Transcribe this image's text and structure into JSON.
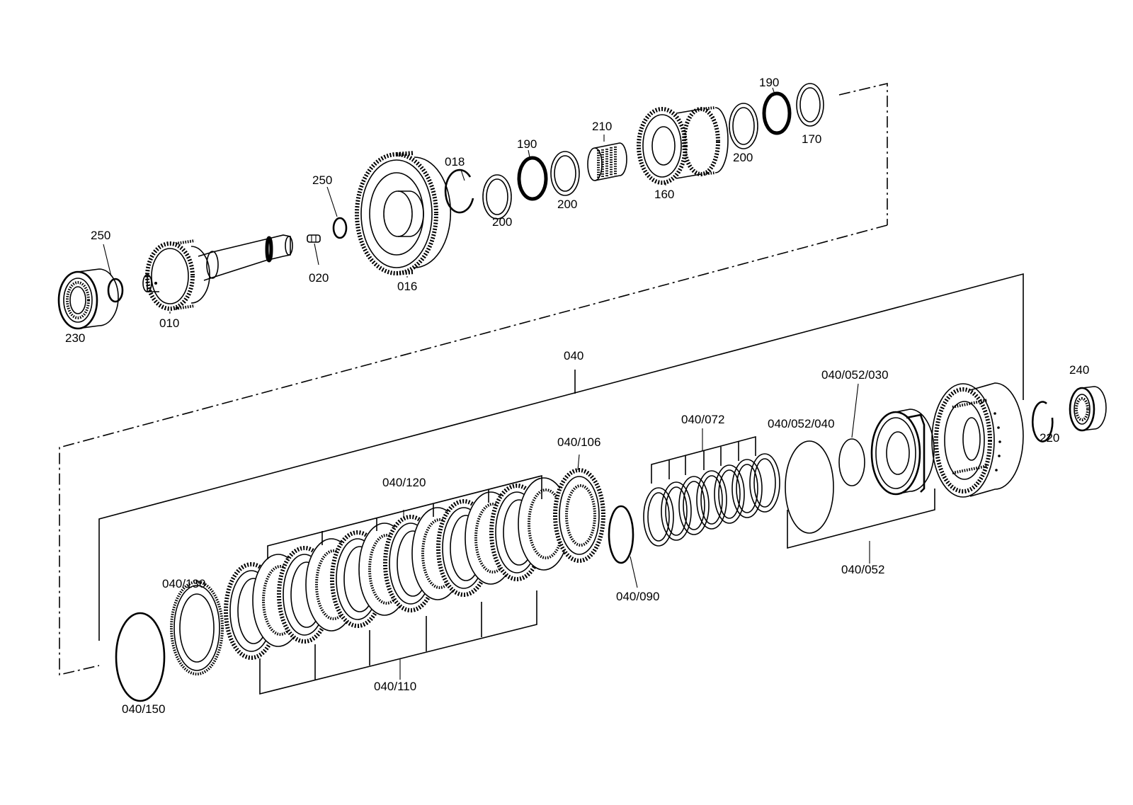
{
  "labels": {
    "p230": "230",
    "p250a": "250",
    "p010": "010",
    "p020": "020",
    "p250b": "250",
    "p016": "016",
    "p018": "018",
    "p200a": "200",
    "p190a": "190",
    "p200b": "200",
    "p210": "210",
    "p160": "160",
    "p200c": "200",
    "p190b": "190",
    "p170": "170",
    "p040": "040",
    "p040_052_030": "040/052/030",
    "p240": "240",
    "p040_072": "040/072",
    "p040_052_040": "040/052/040",
    "p040_106": "040/106",
    "p040_120": "040/120",
    "p220": "220",
    "p040_052": "040/052",
    "p040_130": "040/130",
    "p040_090": "040/090",
    "p040_110": "040/110",
    "p040_150": "040/150"
  }
}
